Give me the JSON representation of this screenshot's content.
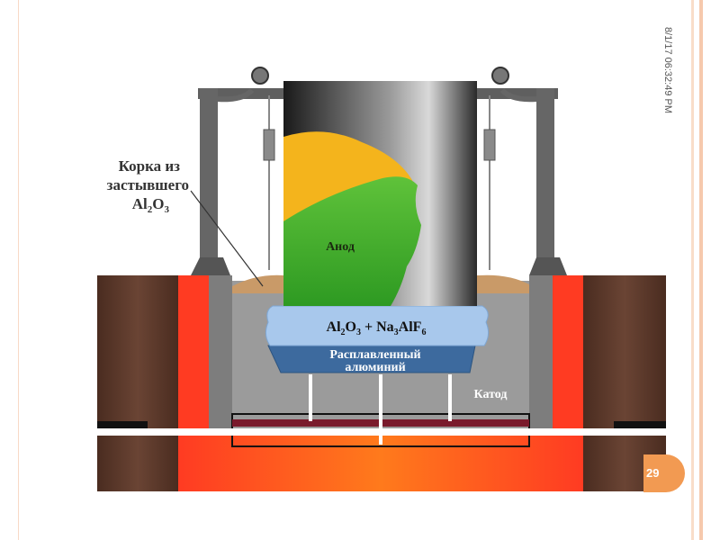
{
  "slide": {
    "date_time": "8/1/17 06:32:49 PM",
    "page_number": "29"
  },
  "diagram": {
    "crust_label_line1": "Корка из",
    "crust_label_line2": "застывшего",
    "crust_formula_base1": "Al",
    "crust_formula_sub1": "2",
    "crust_formula_base2": "O",
    "crust_formula_sub2": "3",
    "anode_label": "Анод",
    "electrolyte_base1": "Al",
    "electrolyte_sub1": "2",
    "electrolyte_base2": "O",
    "electrolyte_sub2": "3",
    "electrolyte_plus": " + Na",
    "electrolyte_sub3": "3",
    "electrolyte_rest": "AlF",
    "electrolyte_sub4": "6",
    "molten_label_line1": "Расплавленный",
    "molten_label_line2": "алюминий",
    "cathode_label": "Катод"
  },
  "colors": {
    "accent_stripe": "#f6c9ad",
    "page_badge": "#f29a52",
    "hot_lining": "#ff3b22",
    "electrolyte": "#a8c8ec",
    "molten_aluminum": "#3d6a9e",
    "anode_green": "#3fae2a",
    "anode_yellow": "#f4b41c",
    "brick": "#5a3828",
    "crust": "#c99a68"
  }
}
